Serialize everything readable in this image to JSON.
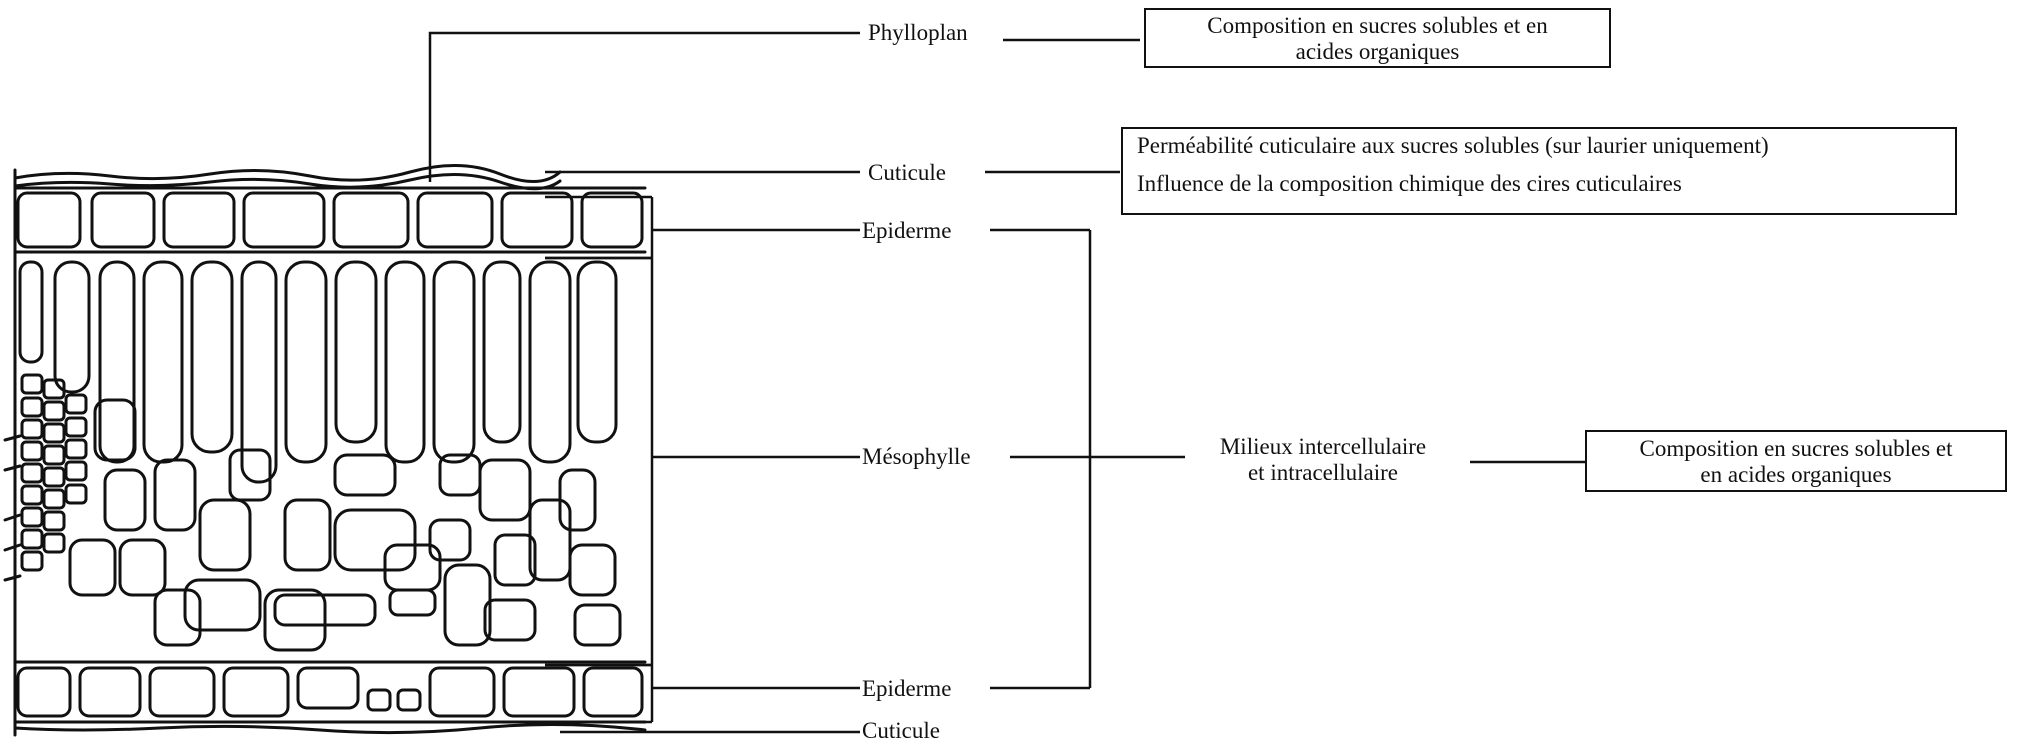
{
  "labels": {
    "phylloplan": "Phylloplan",
    "cuticule_top": "Cuticule",
    "epiderme_top": "Epiderme",
    "mesophylle": "Mésophylle",
    "epiderme_bottom": "Epiderme",
    "cuticule_bottom": "Cuticule",
    "milieux_line1": "Milieux intercellulaire",
    "milieux_line2": "et intracellulaire"
  },
  "boxes": {
    "phylloplan_box": {
      "line1": "Composition en sucres solubles et en",
      "line2": "acides organiques"
    },
    "cuticule_box": {
      "line1": "Perméabilité cuticulaire aux sucres solubles (sur laurier uniquement)",
      "line2": "Influence de la composition chimique des cires cuticulaires"
    },
    "milieux_box": {
      "line1": "Composition en sucres solubles et",
      "line2": "en acides organiques"
    }
  },
  "colors": {
    "ink": "#111111",
    "background": "#ffffff"
  }
}
